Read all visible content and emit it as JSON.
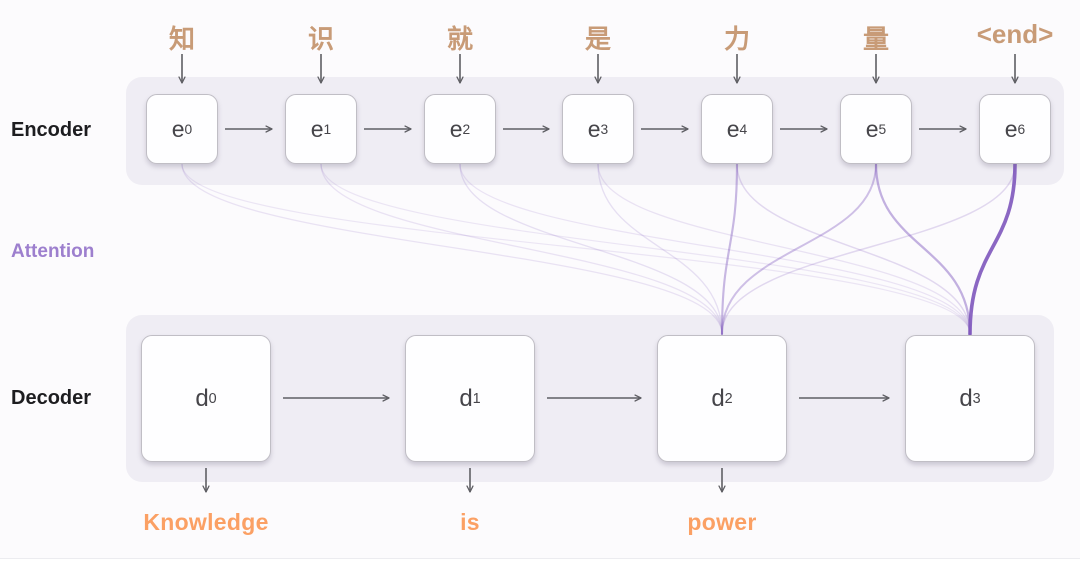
{
  "labels": {
    "encoder": "Encoder",
    "attention": "Attention",
    "decoder": "Decoder"
  },
  "diagram": {
    "input_tokens": [
      "知",
      "识",
      "就",
      "是",
      "力",
      "量",
      "<end>"
    ],
    "encoder_nodes": [
      "e0",
      "e1",
      "e2",
      "e3",
      "e4",
      "e5",
      "e6"
    ],
    "decoder_nodes": [
      "d0",
      "d1",
      "d2",
      "d3"
    ],
    "output_words": [
      {
        "text": "Knowledge",
        "decoder_index": 0
      },
      {
        "text": "is",
        "decoder_index": 1
      },
      {
        "text": "power",
        "decoder_index": 2
      }
    ],
    "attention_links": [
      {
        "from": 0,
        "to": 2,
        "strength": 0.1
      },
      {
        "from": 1,
        "to": 2,
        "strength": 0.1
      },
      {
        "from": 2,
        "to": 2,
        "strength": 0.12
      },
      {
        "from": 3,
        "to": 2,
        "strength": 0.12
      },
      {
        "from": 4,
        "to": 2,
        "strength": 0.38
      },
      {
        "from": 5,
        "to": 2,
        "strength": 0.32
      },
      {
        "from": 6,
        "to": 2,
        "strength": 0.16
      },
      {
        "from": 0,
        "to": 3,
        "strength": 0.07
      },
      {
        "from": 1,
        "to": 3,
        "strength": 0.07
      },
      {
        "from": 2,
        "to": 3,
        "strength": 0.08
      },
      {
        "from": 3,
        "to": 3,
        "strength": 0.1
      },
      {
        "from": 4,
        "to": 3,
        "strength": 0.16
      },
      {
        "from": 5,
        "to": 3,
        "strength": 0.42
      },
      {
        "from": 6,
        "to": 3,
        "strength": 0.88
      }
    ],
    "colors": {
      "token_text": "#c89b77",
      "output_word_text": "#fba064",
      "attention_line": "#7e57bd",
      "attention_label": "#9d7fce",
      "band_background": "#efedf4",
      "arrow": "#5f5f64",
      "node_text": "#46454a"
    }
  }
}
